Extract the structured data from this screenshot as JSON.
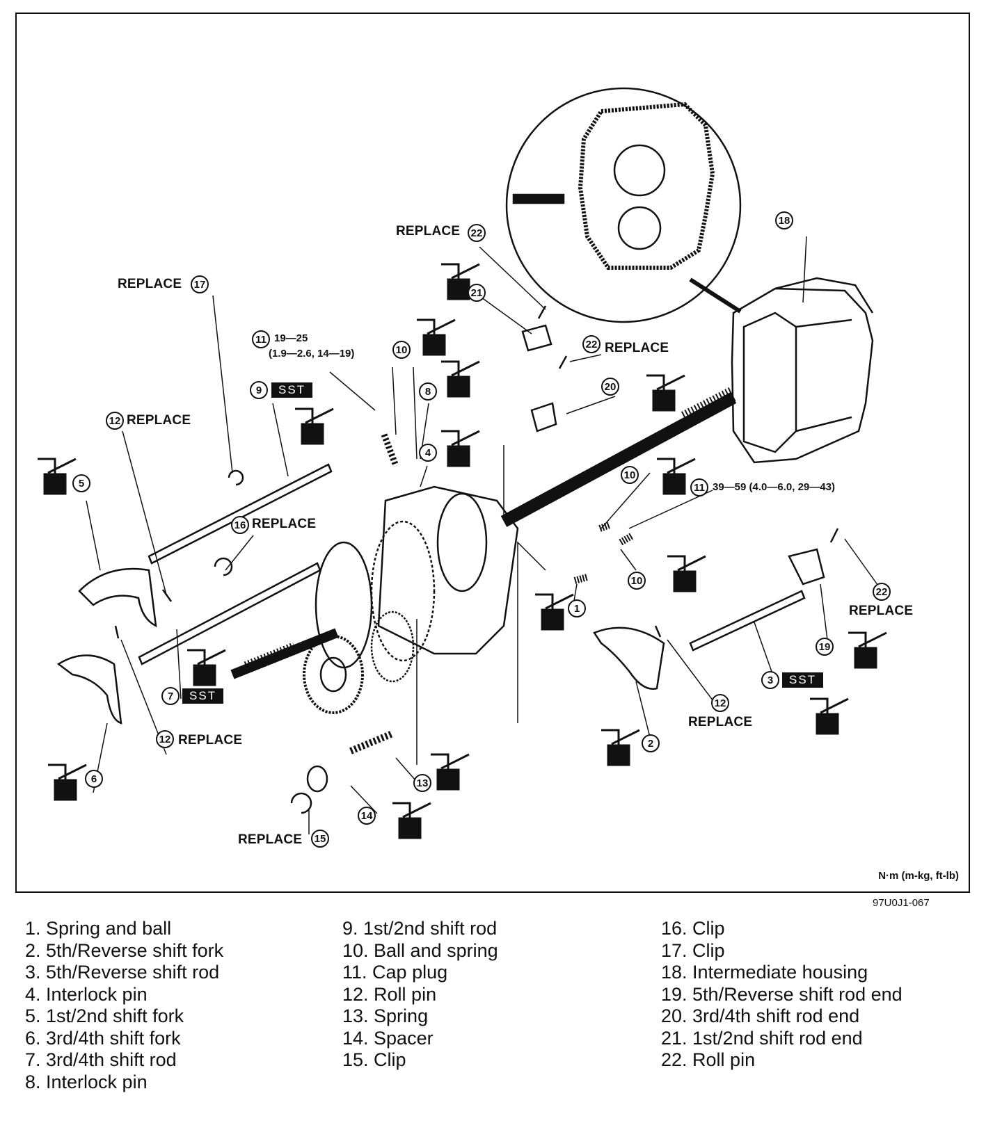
{
  "callouts": {
    "replace": "REPLACE",
    "sst": "SST",
    "torque_upper": "19—25",
    "torque_upper_2": "(1.9—2.6, 14—19)",
    "torque_lower": "39—59 (4.0—6.0, 29—43)",
    "units": "N·m (m-kg, ft-lb)"
  },
  "numbers": [
    "1",
    "2",
    "3",
    "4",
    "5",
    "6",
    "7",
    "8",
    "9",
    "10",
    "11",
    "12",
    "13",
    "14",
    "15",
    "16",
    "17",
    "18",
    "19",
    "20",
    "21",
    "22"
  ],
  "figure_code": "97U0J1-067",
  "legend": {
    "col1": [
      "1. Spring and ball",
      "2. 5th/Reverse shift fork",
      "3. 5th/Reverse shift rod",
      "4. Interlock pin",
      "5. 1st/2nd shift fork",
      "6. 3rd/4th shift fork",
      "7. 3rd/4th shift rod",
      "8. Interlock pin"
    ],
    "col2": [
      "9. 1st/2nd shift rod",
      "10. Ball and spring",
      "11. Cap plug",
      "12. Roll pin",
      "13. Spring",
      "14. Spacer",
      "15. Clip"
    ],
    "col3": [
      "16. Clip",
      "17. Clip",
      "18. Intermediate housing",
      "19. 5th/Reverse shift rod end",
      "20. 3rd/4th shift rod end",
      "21. 1st/2nd shift rod end",
      "22. Roll pin"
    ]
  },
  "colors": {
    "ink": "#111111",
    "paper": "#ffffff"
  }
}
